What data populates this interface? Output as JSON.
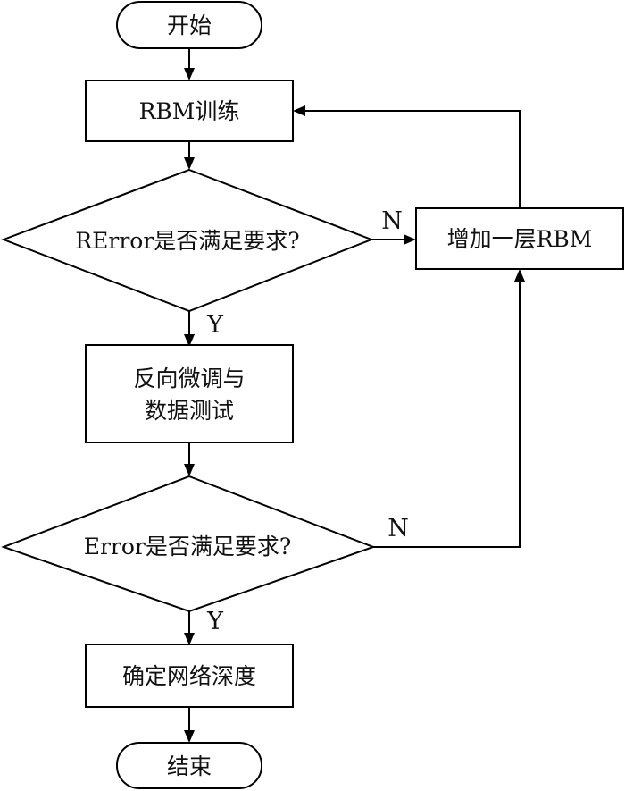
{
  "diagram": {
    "type": "flowchart",
    "nodes": {
      "start": {
        "label": "开始",
        "shape": "terminator"
      },
      "rbm_train": {
        "label": "RBM训练",
        "shape": "process"
      },
      "rerror_check": {
        "label": "RError是否满足要求?",
        "shape": "decision"
      },
      "add_layer": {
        "label": "增加一层RBM",
        "shape": "process"
      },
      "finetune_line1": {
        "label": "反向微调与",
        "shape": "process"
      },
      "finetune_line2": {
        "label": "数据测试",
        "shape": "process"
      },
      "error_check": {
        "label": "Error是否满足要求?",
        "shape": "decision"
      },
      "determine_depth": {
        "label": "确定网络深度",
        "shape": "process"
      },
      "end": {
        "label": "结束",
        "shape": "terminator"
      }
    },
    "edge_labels": {
      "rerror_no": "N",
      "rerror_yes": "Y",
      "error_no": "N",
      "error_yes": "Y"
    },
    "edges": [
      {
        "from": "start",
        "to": "rbm_train"
      },
      {
        "from": "rbm_train",
        "to": "rerror_check"
      },
      {
        "from": "rerror_check",
        "to": "add_layer",
        "label": "N"
      },
      {
        "from": "rerror_check",
        "to": "finetune",
        "label": "Y"
      },
      {
        "from": "add_layer",
        "to": "rbm_train"
      },
      {
        "from": "finetune",
        "to": "error_check"
      },
      {
        "from": "error_check",
        "to": "add_layer",
        "label": "N"
      },
      {
        "from": "error_check",
        "to": "determine_depth",
        "label": "Y"
      },
      {
        "from": "determine_depth",
        "to": "end"
      }
    ]
  }
}
